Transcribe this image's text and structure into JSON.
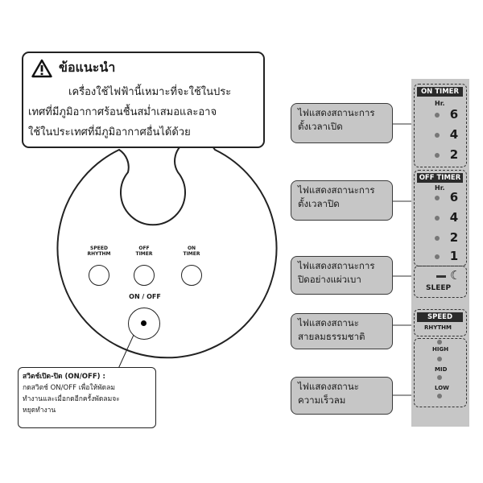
{
  "advice": {
    "title": "ข้อแนะนำ",
    "lines": [
      "เครื่องใช้ไฟฟ้านี้เหมาะที่จะใช้ในประ",
      "เทศที่มีภูมิอากาศร้อนชื้นสม่ำเสมอและอาจ",
      "ใช้ในประเทศที่มีภูมิอากาศอื่นได้ด้วย"
    ]
  },
  "panel": {
    "speed_rhythm": [
      "SPEED",
      "RHYTHM"
    ],
    "off_timer": [
      "OFF",
      "TIMER"
    ],
    "on_timer": [
      "ON",
      "TIMER"
    ],
    "onoff": "ON / OFF"
  },
  "switch_note": {
    "title": "สวิตช์เปิด-ปิด (ON/OFF) :",
    "lines": [
      "กดสวิตช์ ON/OFF เพื่อให้พัดลม",
      "ทำงานและเมื่อกดอีกครั้งพัดลมจะ",
      "หยุดทำงาน"
    ]
  },
  "callouts": {
    "on_timer": [
      "ไฟแสดงสถานะการ",
      "ตั้งเวลาเปิด"
    ],
    "off_timer": [
      "ไฟแสดงสถานะการ",
      "ตั้งเวลาปิด"
    ],
    "sleep": [
      "ไฟแสดงสถานะการ",
      "ปิดอย่างแผ่วเบา"
    ],
    "rhythm": [
      "ไฟแสดงสถานะ",
      "สายลมธรรมชาติ"
    ],
    "speed": [
      "ไฟแสดงสถานะ",
      "ความเร็วลม"
    ]
  },
  "indicator": {
    "on_timer": {
      "header": "ON TIMER",
      "unit": "Hr.",
      "hours": [
        "6",
        "4",
        "2"
      ]
    },
    "off_timer": {
      "header": "OFF TIMER",
      "unit": "Hr.",
      "hours": [
        "6",
        "4",
        "2",
        "1"
      ]
    },
    "sleep": {
      "label": "SLEEP",
      "icon": "crescent-moon-icon"
    },
    "speed": {
      "header": "SPEED",
      "rhythm": "RHYTHM",
      "levels": [
        "HIGH",
        "MID",
        "LOW"
      ]
    }
  },
  "colors": {
    "callout_fill": "#c6c6c6",
    "strip_fill": "#c6c6c6",
    "header_fill": "#2b2b2b"
  }
}
